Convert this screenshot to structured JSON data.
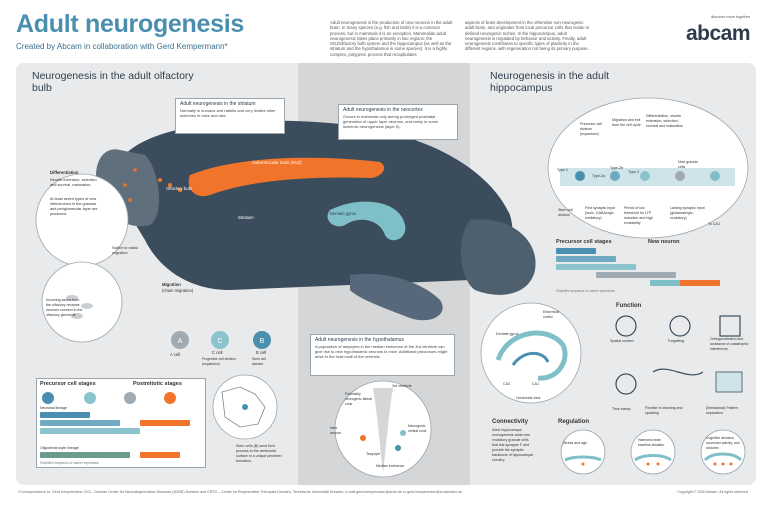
{
  "header": {
    "title": "Adult neurogenesis",
    "subtitle": "Created by Abcam in collaboration with Gerd Kempermann*",
    "intro_col1": "Adult neurogenesis is the production of new neurons in the adult brain. In many species (e.g. fish and birds) it is a common process, but in mammals it is an exception. Mammalian adult neurogenesis takes place primarily in two regions: the SGZ/olfactory bulb system and the hippocampus (as well as the striatum and the hypothalamus in some species). It is a highly complex, polygenic process that recapitulates",
    "intro_col2": "aspects of brain development in the otherwise non-neurogenic adult brain, and originates from local precursor cells that reside in defined neurogenic niches. In the hippocampus, adult neurogenesis is regulated by behavior and activity. Finally, adult neurogenesis contributes to specific types of plasticity in the different regions, with regeneration not being its primary purpose.",
    "logo": "abcam",
    "logo_tagline": "discover more together"
  },
  "colors": {
    "accent_blue": "#4a8fb0",
    "orange": "#f0742a",
    "dark_slate": "#3b4d5c",
    "teal": "#7fc0c8",
    "panel": "#e9eaeb"
  },
  "olfactory": {
    "title": "Neurogenesis in the adult olfactory bulb",
    "differentiation_title": "Differentiation",
    "differentiation_text1": "Neurite extension, selection and survival, maturation.",
    "differentiation_text2": "At least seven types of new interneurons in the granular and periglomerular layer are produced.",
    "switch_label": "Switch to radial migration",
    "migration_title": "Migration",
    "migration_sub": "(chain migration)",
    "incoming_text": "Incoming axons from the olfactory receptor neurons connect in the olfactory glomeruli.",
    "olfactory_bulb_label": "Olfactory bulb",
    "a_cell": "A cell",
    "c_cell": "C cell",
    "c_cell_desc": "Progenitor cell division (expansion)",
    "b_cell": "B cell",
    "b_cell_desc": "Stem cell division",
    "stem_text": "Stem cells (B) send their process to the ventricular surface in a unique pinwheel formation.",
    "precursor_title": "Precursor cell stages",
    "postmitotic_title": "Postmitotic stages",
    "lineage_label": "Neuronal lineage",
    "oligo_label": "Oligodendrocyte lineage",
    "simplified": "Simplified sequence of marker expression"
  },
  "striatum": {
    "title": "Adult neurogenesis in the striatum",
    "text": "Normally in humans and rabbits and very limited other schemes in mice and rats.",
    "label": "Striatum"
  },
  "neocortex": {
    "title": "Adult neurogenesis in the neocortex",
    "text": "Occurs in mammals only during prolonged postnatal generation of upper layer neurons, and rarely in some ischemic neurogenesis (layer II)."
  },
  "brain": {
    "svz_label": "Subventricular Zone (SVZ)",
    "dentate_label": "Dentate gyrus"
  },
  "hypothalamus": {
    "title": "Adult neurogenesis in the hypothalamus",
    "text": "A population of tanycytes in the median eminence of the 3rd ventricle can give rise to new hypothalamic neurons in mice. Additional precursors might arise in the brain wall of the ventricle.",
    "third_ventricle": "3rd ventricle",
    "potential": "Potentially neurogenic lateral zone",
    "new_neuron": "New neuron",
    "neurogenic_zone": "Neurogenic ventral zone",
    "tanycyte": "Tanycyte",
    "median": "Median eminence"
  },
  "hippocampus": {
    "title": "Neurogenesis in the adult hippocampus",
    "precursor_prolif": "Precursor cell division (expansion)",
    "migration_exit": "Migration and exit from the cell cycle",
    "differentiation": "Differentiation, neurite extension, selection, survival and maturation",
    "type1": "Type-1",
    "type2a": "Type-2a",
    "type2b": "Type-2b",
    "type3": "Type-3",
    "new_granule": "New granule cells",
    "stem_division": "Stem cell division",
    "first_synaptic": "First synaptic input (tonic, GABAergic, excitatory)",
    "period_low": "Period of low threshold for LTP induction and high excitability",
    "lasting": "Lasting synaptic input (glutamatergic, excitatory)",
    "to_ca3": "To CA3",
    "precursor_stages": "Precursor cell stages",
    "new_neuron": "New neuron",
    "simplified": "Simplified sequence of marker expression",
    "entorhinal": "Entorhinal cortex",
    "dentate_gyrus": "Dentate gyrus",
    "ca3": "CA3",
    "ca1": "CA1",
    "horizontal": "Horizontal view"
  },
  "function": {
    "title": "Function",
    "spatial_context": "Spatial context",
    "forgetting": "Forgetting",
    "orthogonalization": "Orthogonalization and avoidance of catastrophic interference",
    "time_stamp": "Time stamp",
    "flexible": "Flexible re-learning and updating",
    "behavioral": "(Behavioral) Pattern separation"
  },
  "connectivity": {
    "title": "Connectivity",
    "text": "Adult hippocampal neurogenesis adds new excitatory granule cells that link synapse F and provide the synaptic backbone of hippocampal circuitry."
  },
  "regulation": {
    "title": "Regulation",
    "stress": "Stress and age",
    "harmonic": "Harmonic brain baseline situation",
    "cognitive": "Cognitive demand, locomotor activity, and seizures"
  },
  "footer": {
    "left": "*Correspondence to: Gerd Kempermann, M.D., German Center for Neurodegenerative Diseases (DZNE) Dresden and CRTD – Center for Regenerative Therapies Dresden, Technische Universität Dresden, e-mail gerd.kempermann@dzne.de or gerd.kempermann@tu-dresden.de",
    "right": "Copyright © 2020 Abcam. All rights reserved"
  }
}
